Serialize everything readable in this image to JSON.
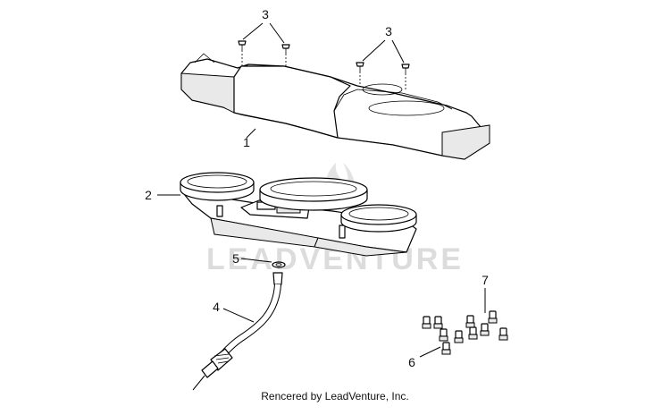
{
  "diagram": {
    "callouts": [
      {
        "id": "1",
        "label": "1"
      },
      {
        "id": "2",
        "label": "2"
      },
      {
        "id": "3a",
        "label": "3"
      },
      {
        "id": "3b",
        "label": "3"
      },
      {
        "id": "4",
        "label": "4"
      },
      {
        "id": "5",
        "label": "5"
      },
      {
        "id": "6",
        "label": "6"
      },
      {
        "id": "7",
        "label": "7"
      }
    ],
    "watermark": "LEADVENTURE",
    "credit": "Rencered by LeadVenture, Inc.",
    "colors": {
      "line": "#000000",
      "watermark": "#d9d9d9",
      "background": "#ffffff"
    }
  }
}
